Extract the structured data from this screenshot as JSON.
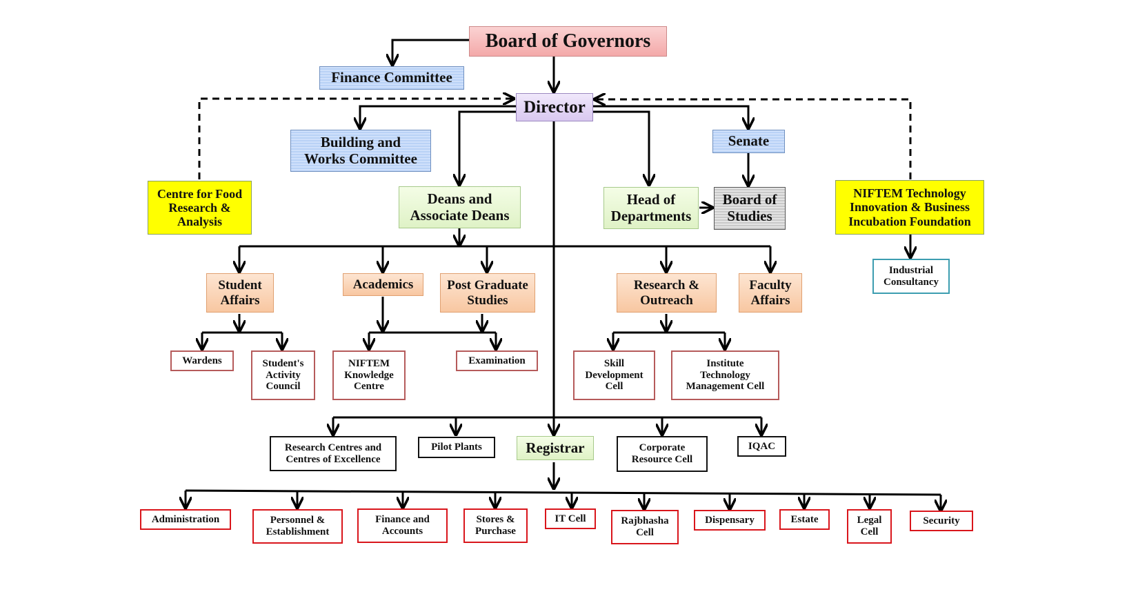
{
  "title": "Board of Governors",
  "nodes": {
    "board_of_governors": "Board of Governors",
    "finance_committee": "Finance Committee",
    "director": "Director",
    "building_works": "Building and\nWorks Committee",
    "senate": "Senate",
    "centre_food": "Centre for Food\nResearch &\nAnalysis",
    "deans": "Deans and\nAssociate Deans",
    "head_departments": "Head of\nDepartments",
    "board_studies": "Board of\nStudies",
    "niftem_tbif": "NIFTEM Technology\nInnovation & Business\nIncubation Foundation",
    "industrial_consultancy": "Industrial\nConsultancy",
    "student_affairs": "Student\nAffairs",
    "academics": "Academics",
    "pg_studies": "Post Graduate\nStudies",
    "research_outreach": "Research &\nOutreach",
    "faculty_affairs": "Faculty\nAffairs",
    "wardens": "Wardens",
    "student_activity": "Student's\nActivity\nCouncil",
    "knowledge_centre": "NIFTEM\nKnowledge\nCentre",
    "examination": "Examination",
    "skill_dev": "Skill\nDevelopment\nCell",
    "itmc": "Institute\nTechnology\nManagement Cell",
    "research_centres": "Research Centres and\nCentres of Excellence",
    "pilot_plants": "Pilot Plants",
    "registrar": "Registrar",
    "corporate_resource": "Corporate\nResource Cell",
    "iqac": "IQAC"
  },
  "registrar_units": [
    "Administration",
    "Personnel &\nEstablishment",
    "Finance and\nAccounts",
    "Stores &\nPurchase",
    "IT Cell",
    "Rajbhasha\nCell",
    "Dispensary",
    "Estate",
    "Legal\nCell",
    "Security"
  ]
}
